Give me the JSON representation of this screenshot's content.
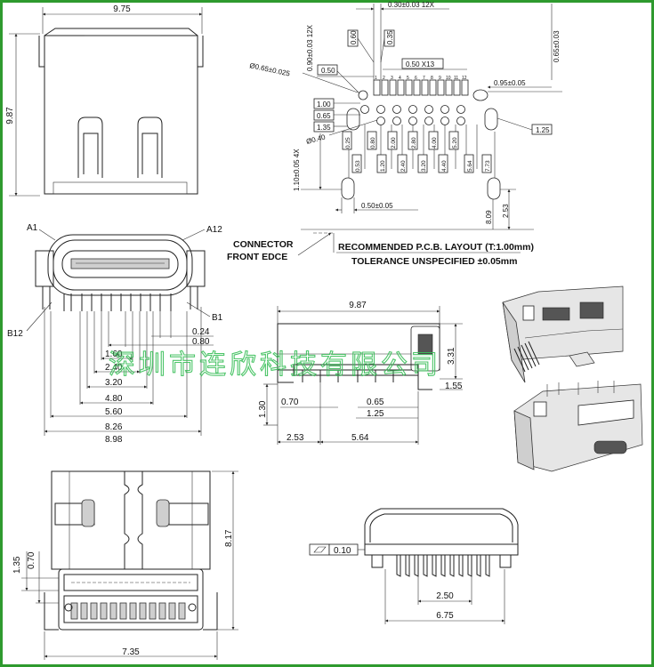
{
  "top_view": {
    "width": "9.75",
    "height": "9.87"
  },
  "pcb_layout": {
    "dims": {
      "pitch_top": "0.30±0.03 12X",
      "d_090": "0.90±0.03 12X",
      "d_065_right": "0.65±0.03",
      "d_060": "0.60",
      "d_035": "0.35",
      "d_065_025": "Ø0.65±0.025",
      "d_050": "0.50",
      "d_050_x13": "0.50 X13",
      "d_095": "0.95±0.05",
      "d_100": "1.00",
      "d_065": "0.65",
      "d_135": "1.35",
      "d_040": "Ø0.40",
      "d_110": "1.10±0.05 4X",
      "d_125": "1.25",
      "d_050_005": "0.50±0.05",
      "d_253": "2.53",
      "d_809": "8.09"
    },
    "vertical_labels": [
      "0.25",
      "0.53",
      "0.80",
      "1.20",
      "2.00",
      "2.40",
      "2.80",
      "3.20",
      "4.00",
      "4.40",
      "5.20",
      "5.64",
      "7.73"
    ],
    "pad_numbers": [
      "1",
      "2",
      "3",
      "4",
      "5",
      "6",
      "7",
      "8",
      "9",
      "10",
      "11",
      "12"
    ],
    "title": "RECOMMENDED  P.C.B. LAYOUT (T:1.00mm)",
    "tolerance": "TOLERANCE UNSPECIFIED ±0.05mm"
  },
  "connector_note": {
    "line1": "CONNECTOR",
    "line2": "FRONT EDCE"
  },
  "front_view": {
    "labels": {
      "a1": "A1",
      "a12": "A12",
      "b12": "B12",
      "b1": "B1"
    },
    "dims": [
      "0.24",
      "0.80",
      "1.60",
      "2.40",
      "3.20",
      "4.80",
      "5.60",
      "8.26",
      "8.98"
    ]
  },
  "side_view": {
    "dims": {
      "length": "9.87",
      "height": "3.31",
      "d_155": "1.55",
      "d_130": "1.30",
      "d_070": "0.70",
      "d_065": "0.65",
      "d_125": "1.25",
      "d_253": "2.53",
      "d_564": "5.64"
    }
  },
  "bottom_view": {
    "dims": {
      "d_135": "1.35",
      "d_070": "0.70",
      "d_817": "8.17",
      "d_735": "7.35"
    }
  },
  "rear_view": {
    "flatness_value": "0.10",
    "dims": {
      "d_250": "2.50",
      "d_675": "6.75"
    }
  },
  "watermark": "深圳市连欣科技有限公司",
  "colors": {
    "frame": "#2e9a2e",
    "watermark": "#3bbf5a"
  }
}
